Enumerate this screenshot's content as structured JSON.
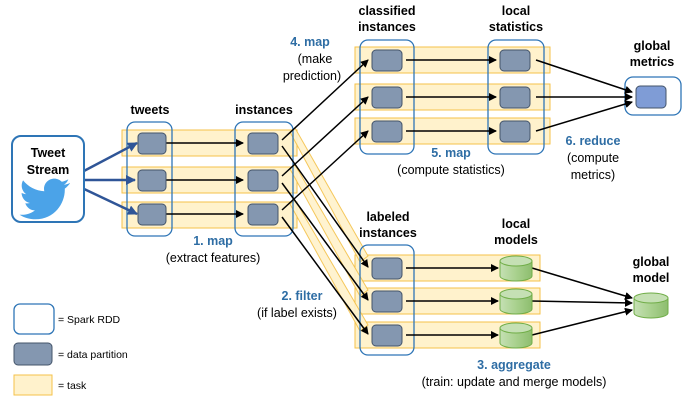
{
  "source": {
    "line1": "Tweet",
    "line2": "Stream",
    "icon": "twitter-bird-icon"
  },
  "stages": {
    "tweets": "tweets",
    "instances": "instances",
    "classified": [
      "classified",
      "instances"
    ],
    "local_statistics": [
      "local",
      "statistics"
    ],
    "global_metrics": [
      "global",
      "metrics"
    ],
    "labeled": [
      "labeled",
      "instances"
    ],
    "local_models": [
      "local",
      "models"
    ],
    "global_model": [
      "global",
      "model"
    ]
  },
  "steps": {
    "map1": {
      "title": "1. map",
      "desc": "(extract features)"
    },
    "filter2": {
      "title": "2. filter",
      "desc": "(if label exists)"
    },
    "aggregate3": {
      "title": "3. aggregate",
      "desc": "(train: update and merge models)"
    },
    "map4": {
      "title": "4. map",
      "desc": [
        "(make",
        "prediction)"
      ]
    },
    "map5": {
      "title": "5. map",
      "desc": "(compute statistics)"
    },
    "reduce6": {
      "title": "6. reduce",
      "desc": [
        "(compute",
        "metrics)"
      ]
    }
  },
  "legend": {
    "rdd": "= Spark RDD",
    "partition": "= data partition",
    "task": "= task"
  },
  "colors": {
    "rdd_border": "#2E75B6",
    "partition_fill": "#8497B0",
    "task_fill": "#FFF2CC",
    "task_border": "#F4C24A",
    "model_fill": "#A9D18E",
    "step_text": "#2E6DA4",
    "arrow": "#000000"
  }
}
